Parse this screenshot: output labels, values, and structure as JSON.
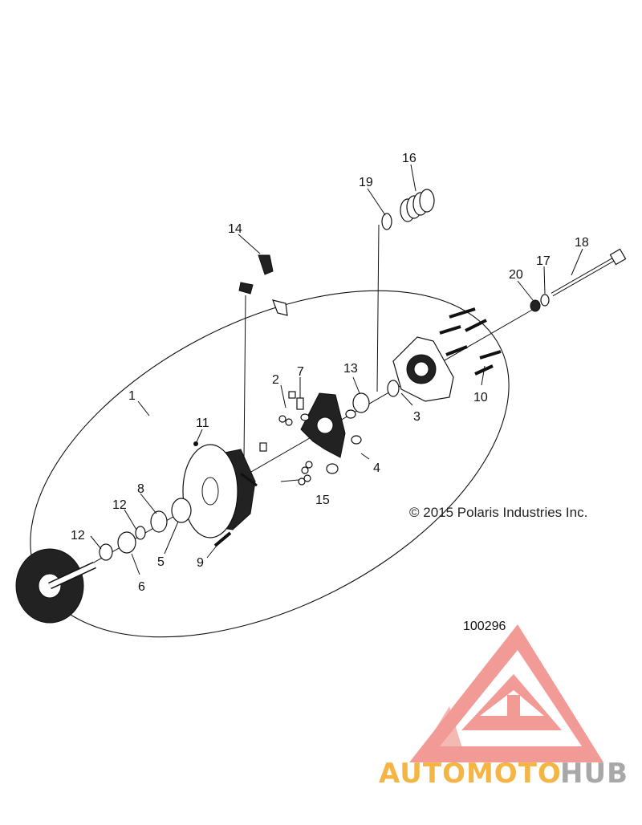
{
  "diagram": {
    "callouts": [
      "1",
      "2",
      "3",
      "4",
      "5",
      "6",
      "7",
      "8",
      "9",
      "10",
      "11",
      "12",
      "12",
      "13",
      "14",
      "15",
      "16",
      "17",
      "18",
      "19",
      "20"
    ],
    "copyright": "© 2015 Polaris Industries Inc.",
    "document_number": "100296"
  },
  "watermark": {
    "text_part1": "AUTOMOTO",
    "text_part2": "HUB",
    "colors": {
      "logo": "#f08a84",
      "part1": "#f4b544",
      "part2": "#a8a8a8"
    }
  }
}
